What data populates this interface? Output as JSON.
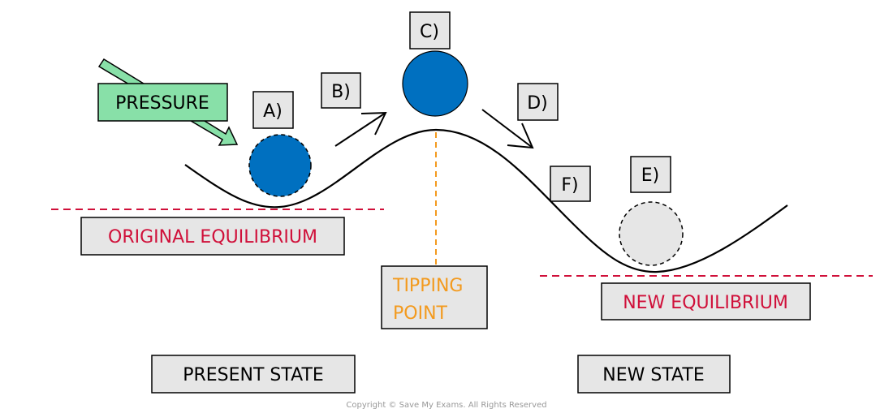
{
  "labels": {
    "pressure": "PRESSURE",
    "a": "A)",
    "b": "B)",
    "c": "C)",
    "d": "D)",
    "e": "E)",
    "f": "F)",
    "original_equilibrium": "ORIGINAL EQUILIBRIUM",
    "tipping_point_1": "TIPPING",
    "tipping_point_2": "POINT",
    "new_equilibrium": "NEW EQUILIBRIUM",
    "present_state": "PRESENT STATE",
    "new_state": "NEW STATE"
  },
  "watermark": "Save My Exams",
  "copyright": "Copyright © Save My Exams. All Rights Reserved",
  "colors": {
    "ball": "#0070c0",
    "ball_new": "#e6e6e6",
    "box": "#e6e6e6",
    "pressure_box": "#88e0a8",
    "equilibrium": "#d0103a",
    "tipping": "#f39a1e"
  }
}
